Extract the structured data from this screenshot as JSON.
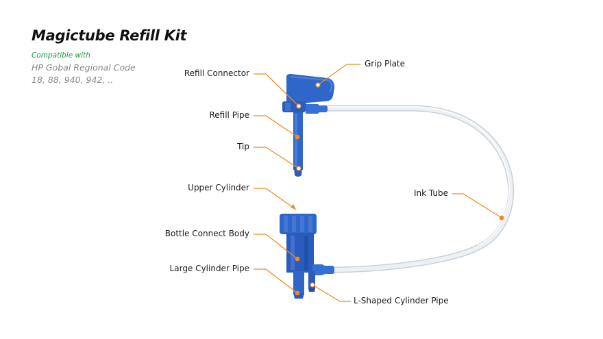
{
  "header": {
    "title": "Magictube Refill Kit",
    "compatible_label": "Compatible with",
    "region_line": "HP Gobal Regional Code",
    "codes_line": "18, 88, 940, 942, .."
  },
  "labels": {
    "grip_plate": "Grip Plate",
    "refill_connector": "Refill Connector",
    "refill_pipe": "Refill Pipe",
    "tip": "Tip",
    "upper_cylinder": "Upper Cylinder",
    "ink_tube": "Ink Tube",
    "bottle_connect_body": "Bottle Connect Body",
    "large_cylinder_pipe": "Large Cylinder Pipe",
    "l_shaped_cylinder_pipe": "L-Shaped Cylinder Pipe"
  },
  "colors": {
    "part_blue": "#2f66c9",
    "part_blue_dark": "#1f4fa8",
    "leader_orange": "#f08a1c",
    "tube": "#e9edf0",
    "compat_green": "#1e9a3c"
  }
}
